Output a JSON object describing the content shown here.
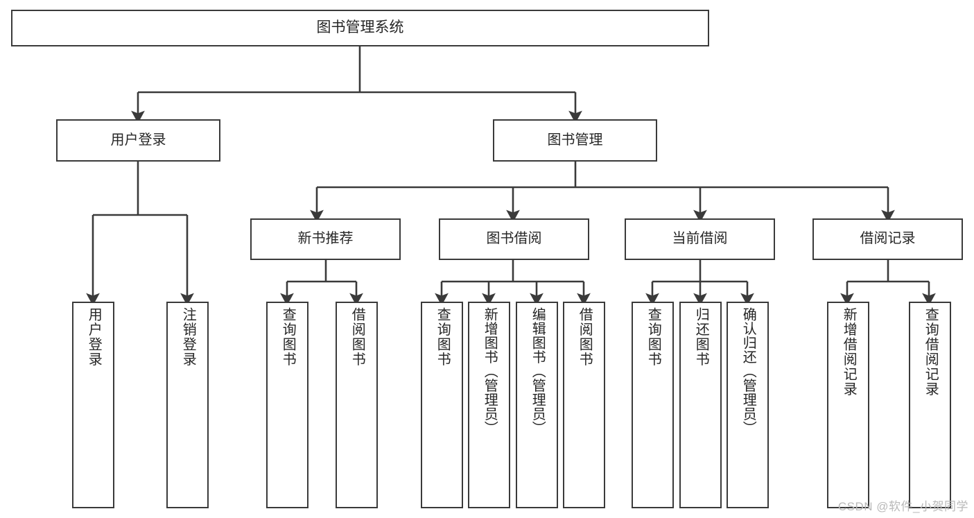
{
  "diagram": {
    "title": "图书管理系统",
    "type": "tree-hierarchy-diagram",
    "colors": {
      "box_border": "#3a3a3a",
      "box_fill": "#ffffff",
      "connector": "#3a3a3a",
      "text": "#262626",
      "watermark": "#b9b9b9",
      "background": "#ffffff"
    },
    "root": {
      "label": "图书管理系统"
    },
    "level1": [
      {
        "label": "用户登录"
      },
      {
        "label": "图书管理"
      }
    ],
    "level2": [
      {
        "label": "新书推荐"
      },
      {
        "label": "图书借阅"
      },
      {
        "label": "当前借阅"
      },
      {
        "label": "借阅记录"
      }
    ],
    "leaves": {
      "user_login": [
        {
          "label": "用户登录"
        },
        {
          "label": "注销登录"
        }
      ],
      "new_book_recommend": [
        {
          "label": "查询图书"
        },
        {
          "label": "借阅图书"
        }
      ],
      "book_borrow": [
        {
          "label": "查询图书"
        },
        {
          "label": "新增图书（管理员）"
        },
        {
          "label": "编辑图书（管理员）"
        },
        {
          "label": "借阅图书"
        }
      ],
      "current_borrow": [
        {
          "label": "查询图书"
        },
        {
          "label": "归还图书"
        },
        {
          "label": "确认归还（管理员）"
        }
      ],
      "borrow_record": [
        {
          "label": "新增借阅记录"
        },
        {
          "label": "查询借阅记录"
        }
      ]
    }
  },
  "watermark": {
    "text": "CSDN @软件_小贺同学"
  }
}
